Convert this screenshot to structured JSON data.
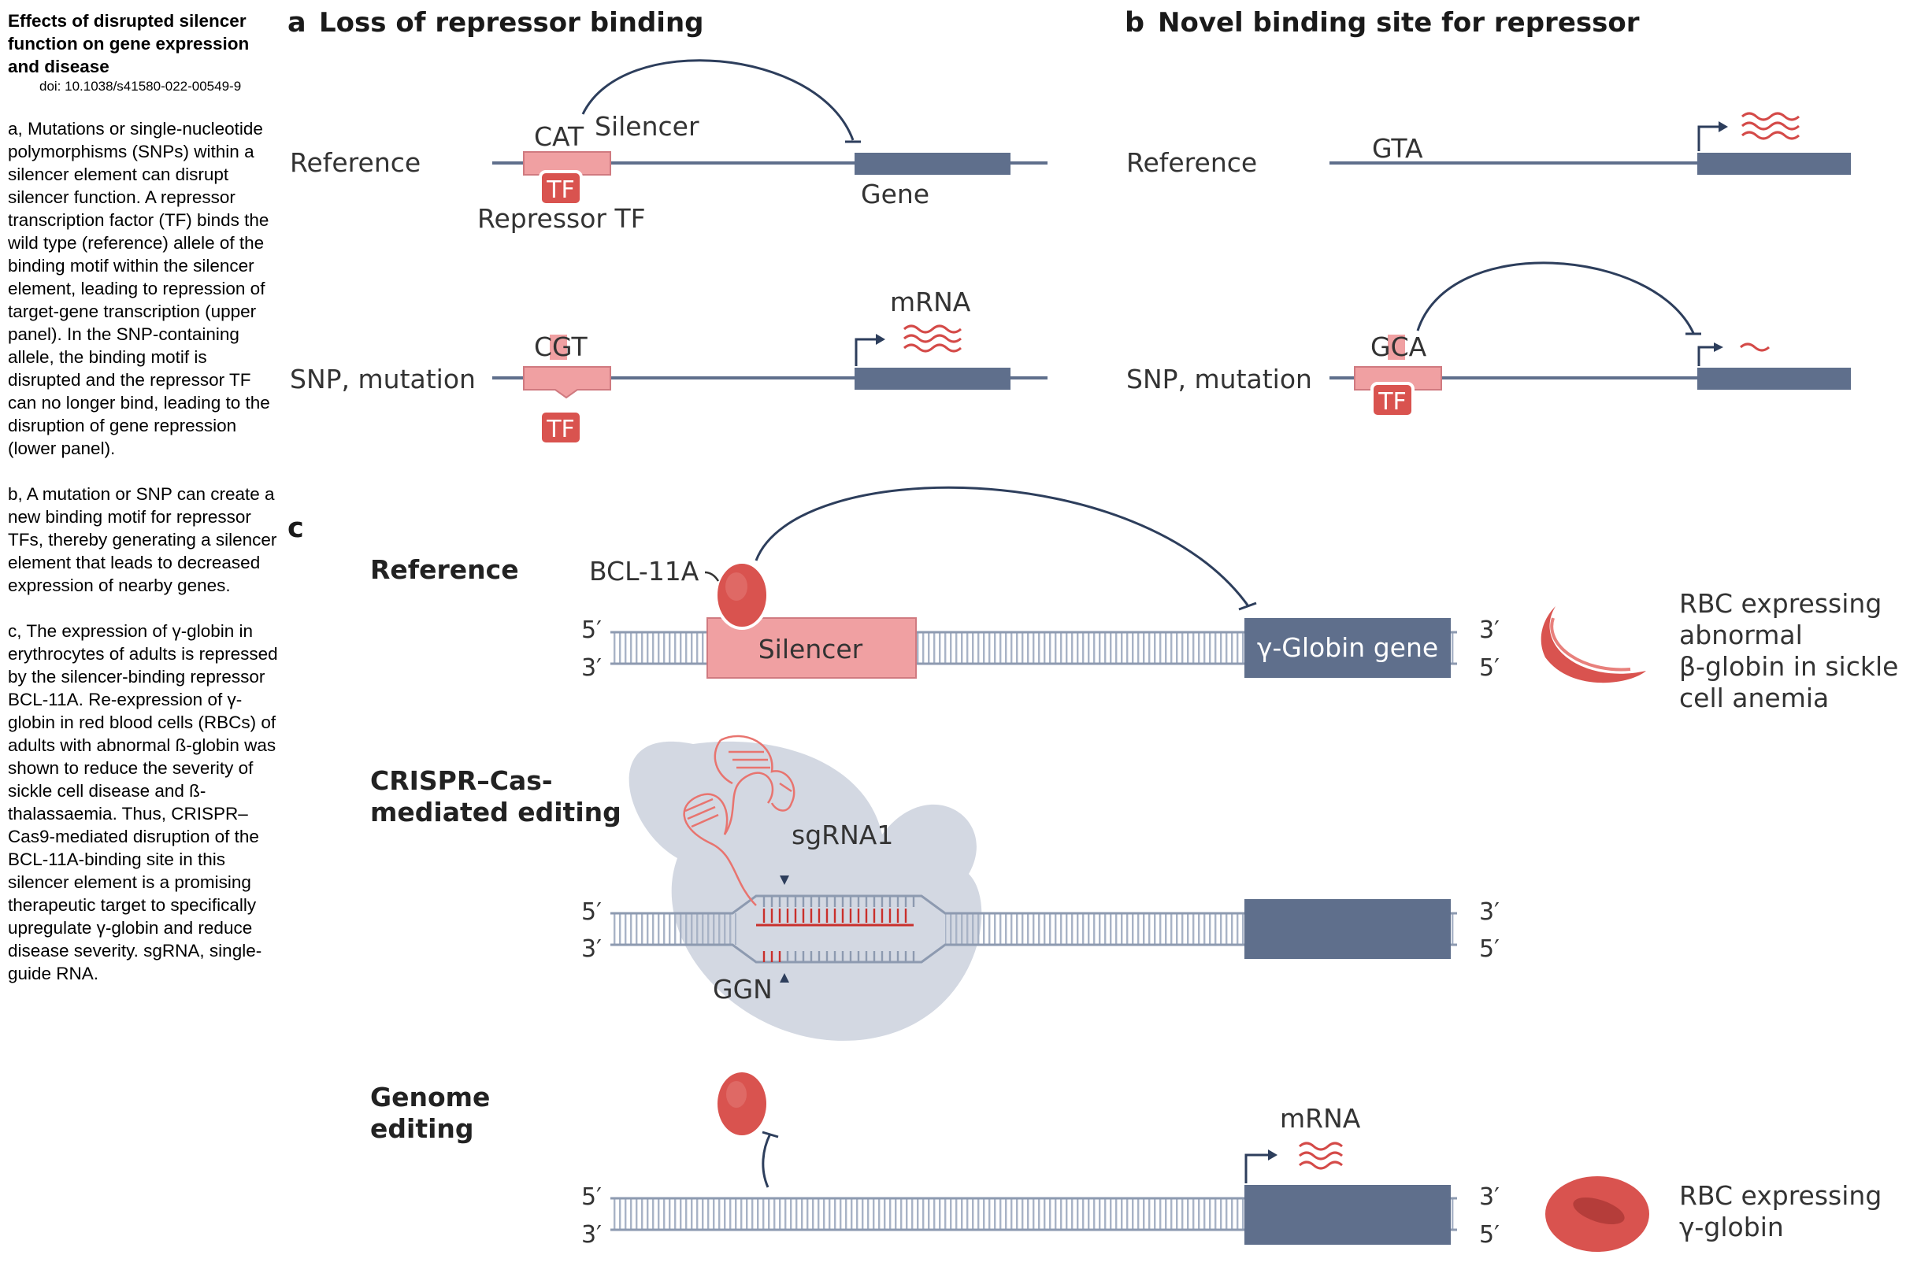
{
  "caption": {
    "title": "Effects of disrupted silencer function on gene expression and disease",
    "doi": "doi: 10.1038/s41580-022-00549-9",
    "paragraph_a": "a, Mutations or single-nucleotide polymorphisms (SNPs) within a silencer element can disrupt silencer function. A repressor transcription factor (TF) binds the wild type (reference) allele of the binding motif within the silencer element, leading to repression of target-gene transcription (upper panel). In the SNP-containing allele, the binding motif is disrupted and the repressor TF can no longer bind, leading to the disruption of gene repression (lower panel).",
    "paragraph_b": "b, A mutation or SNP can create a new binding motif for repressor TFs, thereby generating a silencer element that leads to decreased expression of nearby genes.",
    "paragraph_c": "c, The expression of γ-globin in erythrocytes of adults is repressed by the silencer-binding repressor BCL-11A. Re-expression of γ-globin in red blood cells (RBCs) of adults with abnormal ß-globin was shown to reduce the severity of sickle cell disease and ß-thalassaemia. Thus, CRISPR–Cas9-mediated disruption of the BCL-11A-binding site in this silencer element is a promising therapeutic target to specifically upregulate γ-globin and reduce disease severity. sgRNA, single-guide RNA."
  },
  "panel_a": {
    "letter": "a",
    "title": "Loss of repressor binding",
    "row1_label": "Reference",
    "row2_label": "SNP, mutation",
    "seq_ref": "CAT",
    "seq_mut": "CGT",
    "silencer_label": "Silencer",
    "gene_label": "Gene",
    "tf_label": "TF",
    "repressor_label": "Repressor TF",
    "mrna_label": "mRNA"
  },
  "panel_b": {
    "letter": "b",
    "title": "Novel binding site for repressor",
    "row1_label": "Reference",
    "row2_label": "SNP, mutation",
    "seq_ref": "GTA",
    "seq_mut": "GCA",
    "tf_label": "TF"
  },
  "panel_c": {
    "letter": "c",
    "row1_label": "Reference",
    "row2_label": "CRISPR–Cas-mediated editing",
    "row2_label_line1": "CRISPR–Cas-",
    "row2_label_line2": "mediated editing",
    "row3_label_line1": "Genome",
    "row3_label_line2": "editing",
    "bcl_label": "BCL-11A",
    "silencer_label": "Silencer",
    "gene_label": "γ-Globin gene",
    "five_prime": "5′",
    "three_prime": "3′",
    "rbc_abnormal_lines": [
      "RBC expressing",
      "abnormal",
      "β-globin in sickle",
      "cell anemia"
    ],
    "sgrna_label": "sgRNA1",
    "pam_label": "GGN",
    "mrna_label": "mRNA",
    "rbc_normal_lines": [
      "RBC expressing",
      "γ-globin"
    ]
  },
  "colors": {
    "silencer_pink": "#f0a0a2",
    "tf_red": "#d9534f",
    "gene_slate": "#5f6f8c",
    "line_dark": "#2d3e5c",
    "mrna_red": "#d44a48",
    "cas_grey": "#d3d8e2"
  }
}
